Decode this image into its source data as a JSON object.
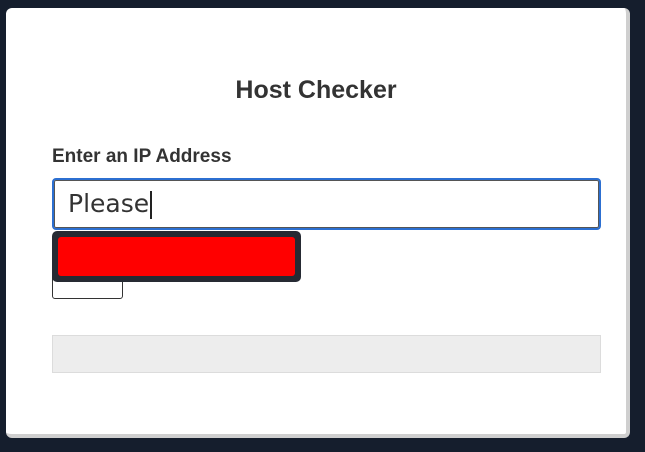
{
  "app": {
    "title": "Host Checker"
  },
  "form": {
    "label": "Enter an IP Address",
    "input_value": "Please",
    "submit_label": ""
  },
  "autocomplete": {
    "items": [
      {
        "label": "",
        "highlight_color": "#ff0000"
      }
    ]
  },
  "result": {
    "text": ""
  },
  "colors": {
    "background": "#151e2d",
    "focus_border": "#2c6fd1",
    "result_bg": "#ededed"
  }
}
